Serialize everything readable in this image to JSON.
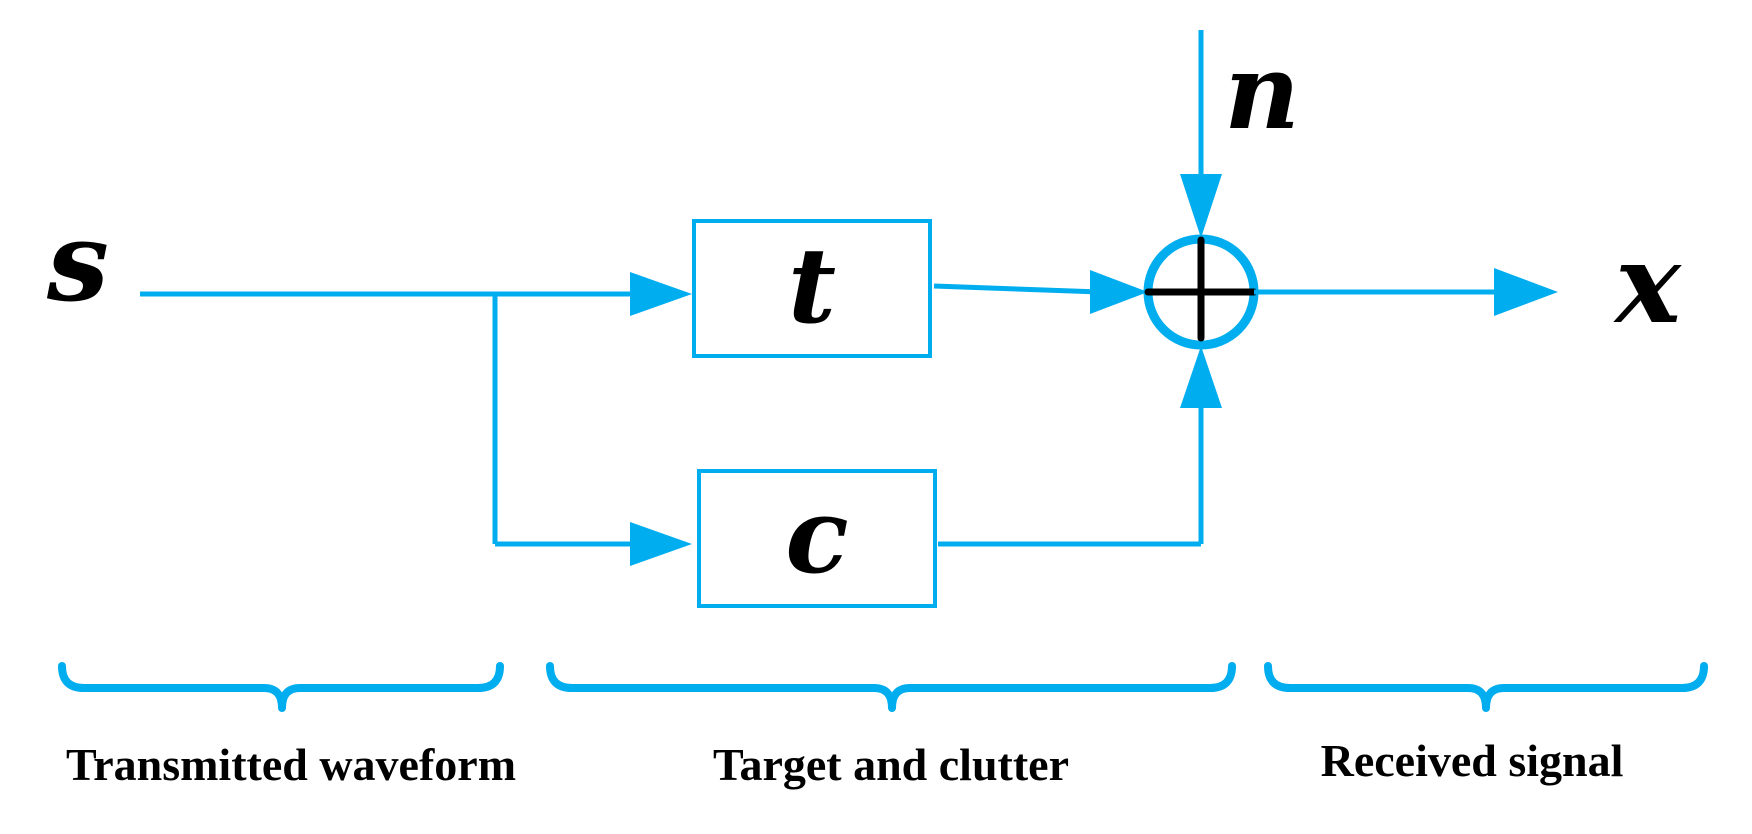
{
  "colors": {
    "accent": "#00adef",
    "text": "#000000",
    "background": "#ffffff"
  },
  "signals": {
    "input": "s",
    "noise": "n",
    "output": "x"
  },
  "blocks": {
    "target": "t",
    "clutter": "c"
  },
  "summing_junction": {
    "icon": "plus-circle-icon"
  },
  "sections": {
    "transmitted": "Transmitted waveform",
    "target_clutter": "Target and clutter",
    "received": "Received signal"
  }
}
